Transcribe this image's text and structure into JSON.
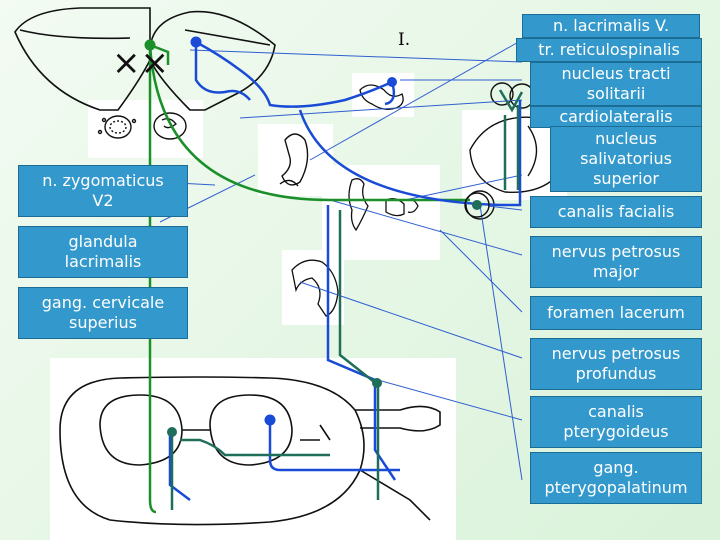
{
  "figure": {
    "roman_numeral": "I.",
    "cross_marks": "××",
    "colors": {
      "sympathetic_path": "#1a8f2a",
      "parasympathetic_path": "#1a4bd6",
      "postganglionic_path": "#1e6e5a",
      "pointer_lines": "#2f5fd0",
      "label_fill": "#3399cc",
      "background": "#e4f6e4"
    }
  },
  "labels": {
    "left": [
      "n. zygomaticus\nV2",
      "glandula\nlacrimalis",
      "gang. cervicale\nsuperius"
    ],
    "right": [
      "n. lacrimalis V.",
      "tr. reticulospinalis",
      "nucleus tracti\nsolitarii",
      "cardiolateralis",
      "nucleus\nsalivatorius\nsuperior",
      "canalis facialis",
      "nervus petrosus\nmajor",
      "foramen lacerum",
      "nervus petrosus\nprofundus",
      "canalis\npterygoideus",
      "gang.\npterygopalatinum"
    ]
  }
}
